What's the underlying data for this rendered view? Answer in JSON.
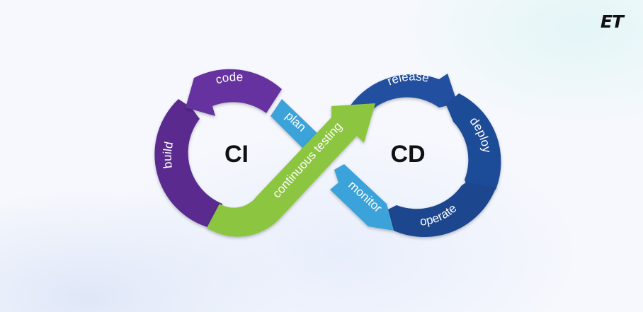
{
  "logo": "ET",
  "center": {
    "left": "CI",
    "right": "CD"
  },
  "segments": {
    "code": "code",
    "build": "build",
    "plan": "plan",
    "continuous_testing": "continuous testing",
    "release": "release",
    "deploy": "deploy",
    "operate": "operate",
    "monitor": "monitor"
  },
  "colors": {
    "purple": "#5c2d91",
    "green": "#8dc63f",
    "light_blue": "#3aa0d8",
    "dark_blue": "#1f4b99"
  }
}
